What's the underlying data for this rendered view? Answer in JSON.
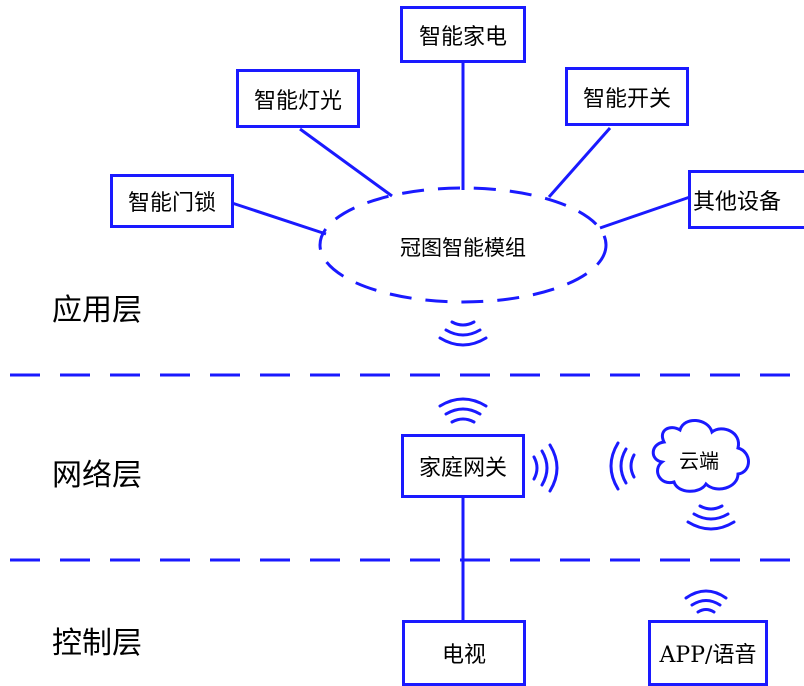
{
  "colors": {
    "line": "#1a1aff",
    "text": "#000000",
    "background": "#ffffff"
  },
  "layers": {
    "application": "应用层",
    "network": "网络层",
    "control": "控制层"
  },
  "devices": {
    "door_lock": "智能门锁",
    "lighting": "智能灯光",
    "appliance": "智能家电",
    "switch": "智能开关",
    "other": "其他设备"
  },
  "module": "冠图智能模组",
  "gateway": "家庭网关",
  "cloud": "云端",
  "controls": {
    "tv": "电视",
    "app_voice": "APP/语音"
  },
  "icons": [
    "wifi-signal-icon",
    "cloud-icon"
  ]
}
